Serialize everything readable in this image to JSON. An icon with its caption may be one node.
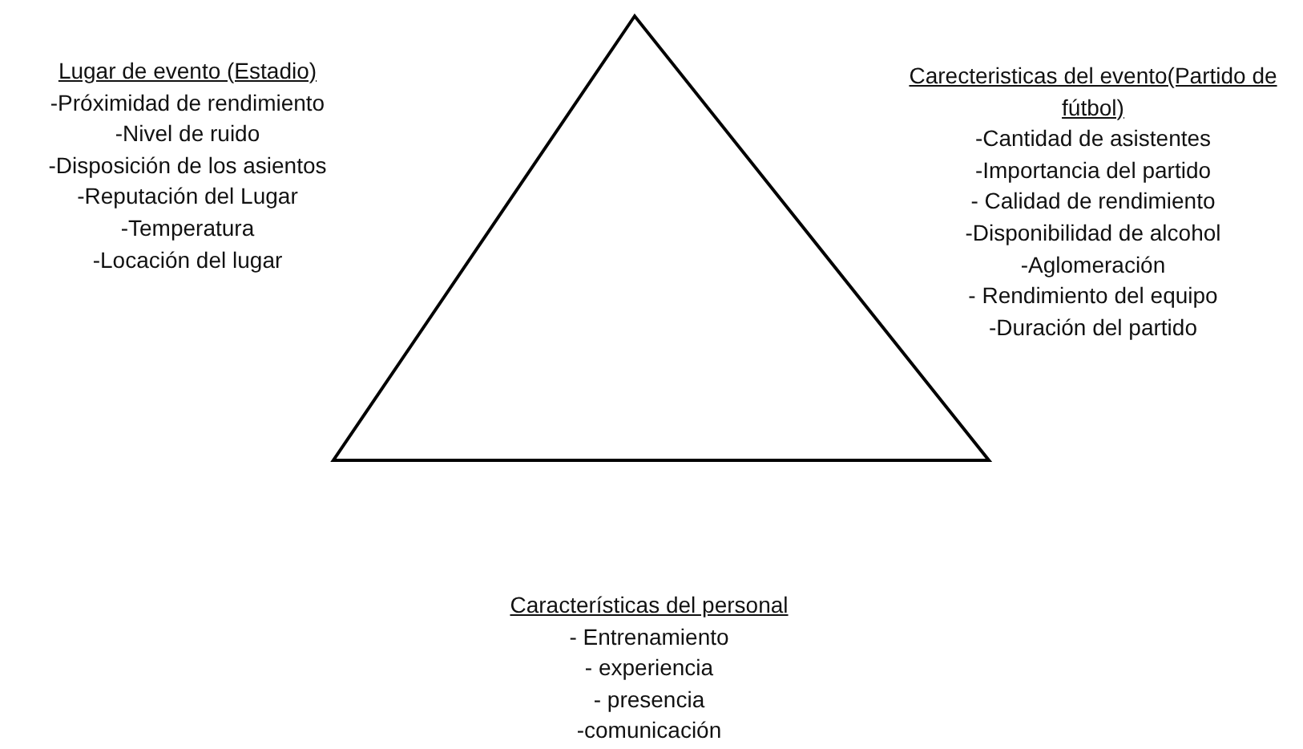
{
  "diagram": {
    "nodes": [
      {
        "text": [],
        "shape": "triangle"
      }
    ],
    "labels": [
      "Lugar de evento (Estadio)",
      "-Próximidad de rendimiento",
      "-Nivel de ruido",
      "-Disposición de los asientos",
      "-Reputación del Lugar",
      "-Temperatura",
      "-Locación del lugar",
      "Carecteristicas del evento(Partido de fútbol)",
      "-Cantidad de asistentes",
      "-Importancia del partido",
      "- Calidad de rendimiento",
      "-Disponibilidad de alcohol",
      "-Aglomeración",
      "- Rendimiento del equipo",
      "-Duración del partido",
      "Características del personal",
      "- Entrenamiento",
      "- experiencia",
      "- presencia",
      "-comunicación"
    ]
  }
}
